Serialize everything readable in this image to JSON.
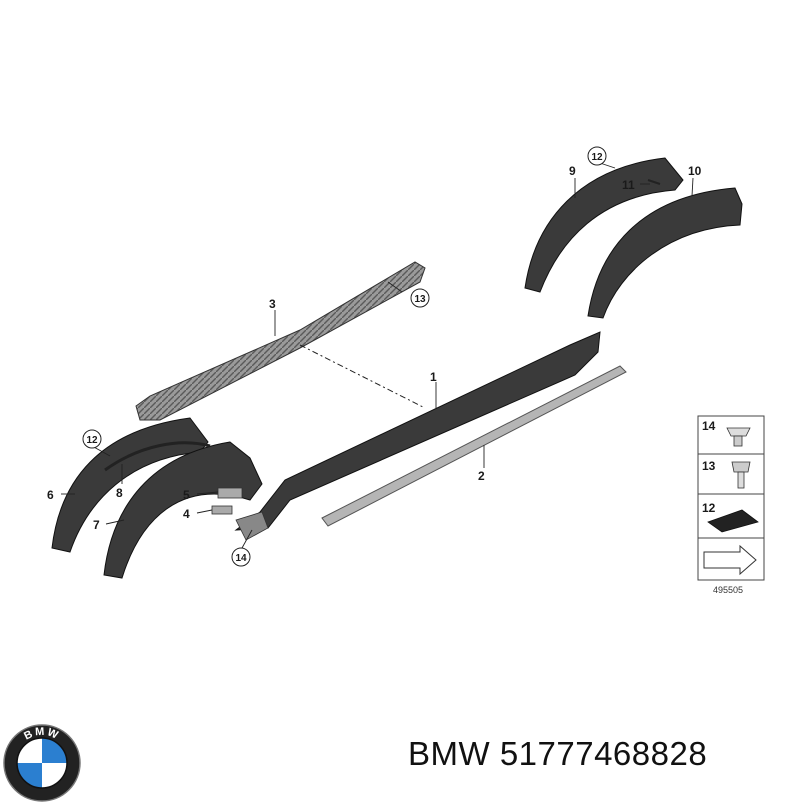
{
  "callouts": {
    "c1": "1",
    "c2": "2",
    "c3": "3",
    "c4": "4",
    "c5": "5",
    "c6": "6",
    "c7": "7",
    "c8": "8",
    "c9": "9",
    "c10": "10",
    "c11": "11",
    "c12a": "12",
    "c12b": "12",
    "c13": "13",
    "c14": "14"
  },
  "legend": {
    "item14": "14",
    "item13": "13",
    "item12": "12",
    "ref_number": "495505"
  },
  "footer": {
    "brand_part": "BMW 51777468828",
    "logo_letters": "BMW"
  },
  "colors": {
    "part_fill": "#3a3a3a",
    "line": "#1a1a1a",
    "logo_blue": "#2b7fd0"
  }
}
